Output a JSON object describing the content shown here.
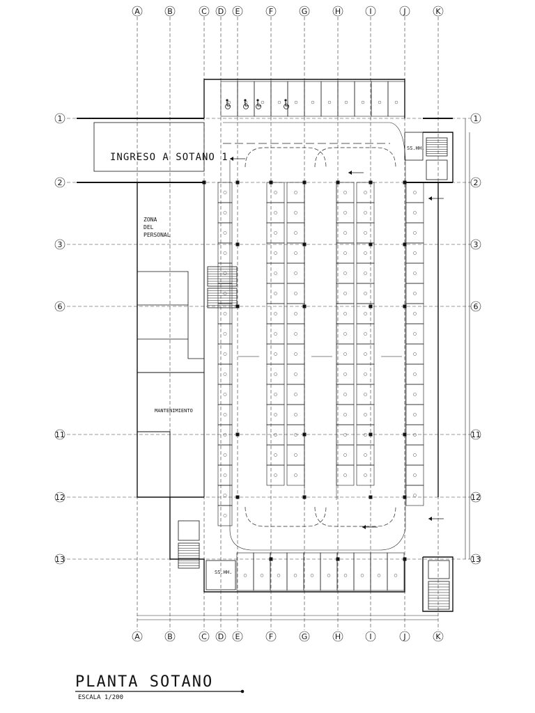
{
  "drawing": {
    "title": "PLANTA SOTANO",
    "scale": "ESCALA 1/200",
    "grid": {
      "columns": [
        "A",
        "B",
        "C",
        "D",
        "E",
        "F",
        "G",
        "H",
        "I",
        "J",
        "K"
      ],
      "rows": [
        "1",
        "2",
        "3",
        "6",
        "11",
        "12",
        "13"
      ]
    },
    "rooms": {
      "entry_ramp": "INGRESO A SOTANO 1",
      "staff_zone_line1": "ZONA",
      "staff_zone_line2": "DEL",
      "staff_zone_line3": "PERSONAL",
      "maintenance": "MANTENIMIENTO",
      "restrooms_top": "SS.HH.",
      "restrooms_bottom": "SS.HH."
    }
  }
}
